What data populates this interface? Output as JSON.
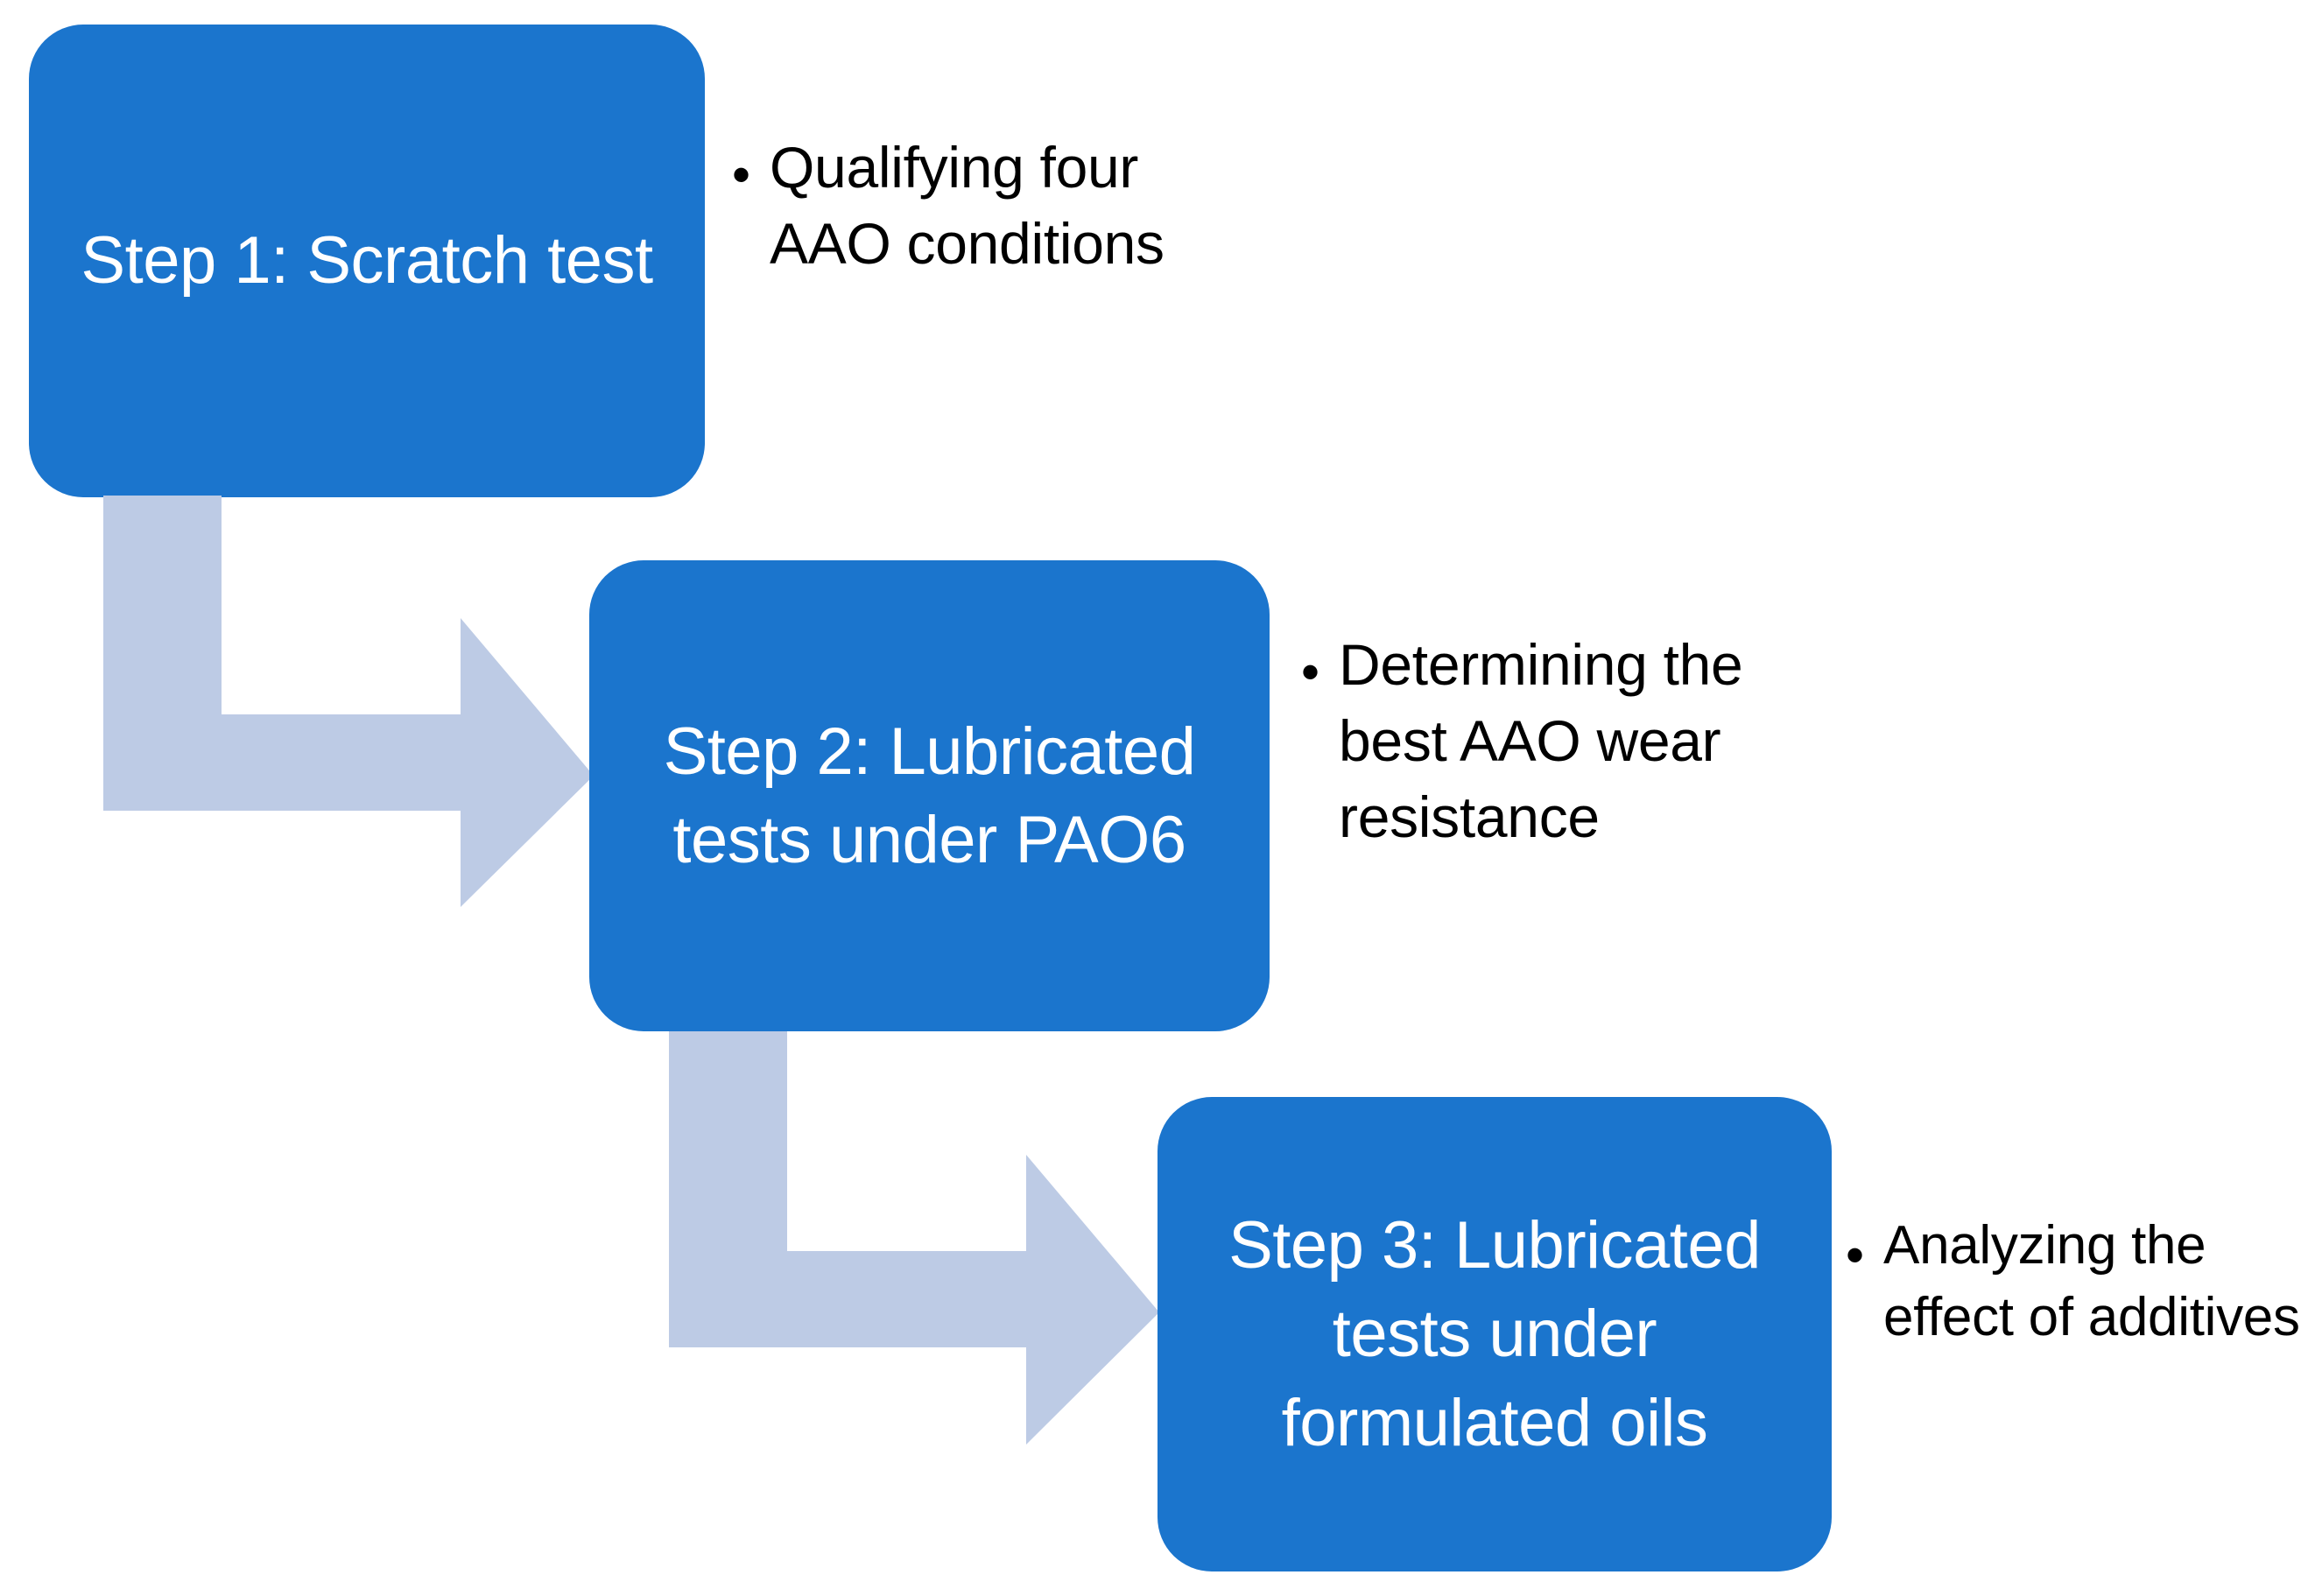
{
  "diagram": {
    "title": "Three-step experimental workflow",
    "colors": {
      "box_fill": "#1b75cd",
      "box_text": "#ffffff",
      "arrow_fill": "#bdcbe5",
      "note_text": "#000000",
      "background": "#ffffff"
    },
    "steps": [
      {
        "id": "step-1",
        "label": "Step 1: Scratch test",
        "note_bullet": "•",
        "note": "Qualifying four AAO conditions"
      },
      {
        "id": "step-2",
        "label": "Step 2: Lubricated tests under PAO6",
        "note_bullet": "•",
        "note": "Determining the best AAO wear resistance"
      },
      {
        "id": "step-3",
        "label": "Step 3: Lubricated tests under formulated oils",
        "note_bullet": "•",
        "note": "Analyzing the effect of additives"
      }
    ],
    "connectors": [
      {
        "id": "connector-1",
        "from": "step-1",
        "to": "step-2",
        "shape": "bent-arrow-down-right",
        "icon": "bent-arrow-icon"
      },
      {
        "id": "connector-2",
        "from": "step-2",
        "to": "step-3",
        "shape": "bent-arrow-down-right",
        "icon": "bent-arrow-icon"
      }
    ]
  }
}
